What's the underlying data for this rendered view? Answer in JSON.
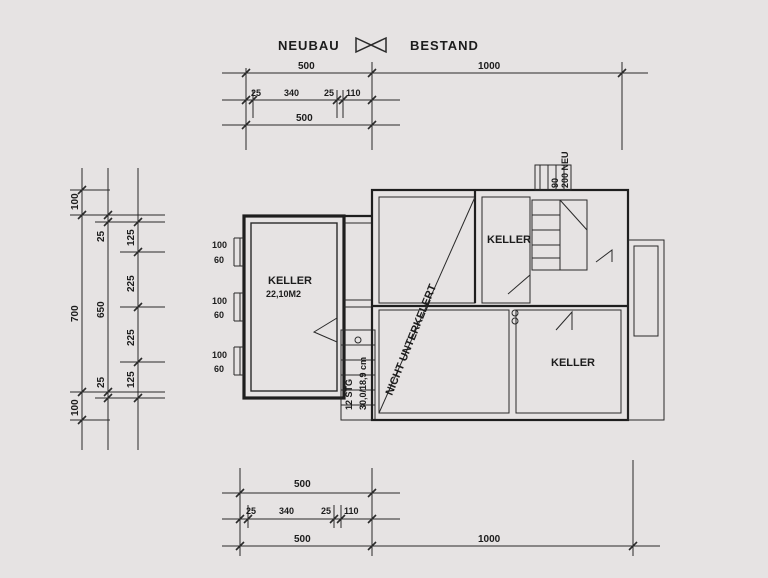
{
  "header": {
    "left_label": "NEUBAU",
    "right_label": "BESTAND"
  },
  "top_dims": {
    "row1": [
      "500",
      "1000"
    ],
    "row2": [
      "25",
      "340",
      "25",
      "110"
    ],
    "row3": [
      "500"
    ]
  },
  "bottom_dims": {
    "row1": [
      "500"
    ],
    "row2": [
      "25",
      "340",
      "25",
      "110"
    ],
    "row3": [
      "500",
      "1000"
    ]
  },
  "left_dims": {
    "outer": [
      "100",
      "700",
      "100"
    ],
    "middle": [
      "25",
      "650",
      "25"
    ],
    "inner": [
      "125",
      "225",
      "225",
      "125"
    ]
  },
  "windows": [
    {
      "top": "100",
      "bottom": "60"
    },
    {
      "top": "100",
      "bottom": "60"
    },
    {
      "top": "100",
      "bottom": "60"
    }
  ],
  "rooms": {
    "new_cellar_name": "KELLER",
    "new_cellar_area": "22,10M2",
    "cellar_top": "KELLER",
    "cellar_bottom": "KELLER",
    "diagonal_note": "NICHT UNTERKELERT"
  },
  "stairs": {
    "steps": "12 STG",
    "dims": "30,0/18,9 cm",
    "top_dims_a": "90",
    "top_dims_b": "200 NEU"
  }
}
